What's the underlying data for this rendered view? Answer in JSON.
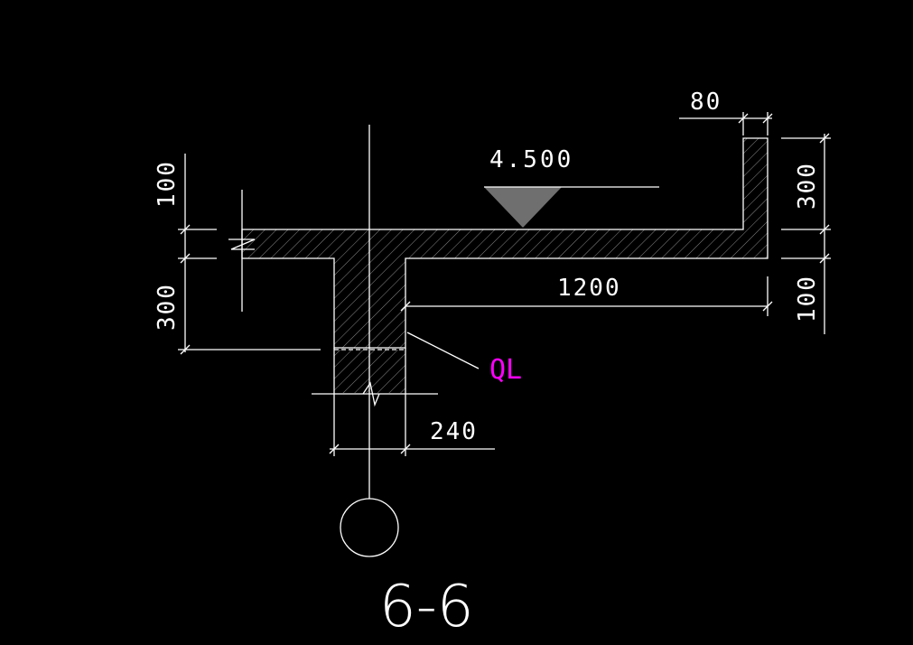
{
  "drawing": {
    "section_label": "6-6",
    "elevation": "4.500",
    "beam_tag": "QL",
    "beam_tag_color": "#ff00ff",
    "line_color": "#ffffff",
    "background_color": "#000000",
    "hatch_color": "#8a8a8a",
    "dimensions": {
      "upturn_width": "80",
      "upturn_height": "300",
      "slab_thickness_left": "100",
      "beam_depth": "300",
      "cantilever_length": "1200",
      "slab_thickness_right": "100",
      "beam_width": "240"
    }
  }
}
